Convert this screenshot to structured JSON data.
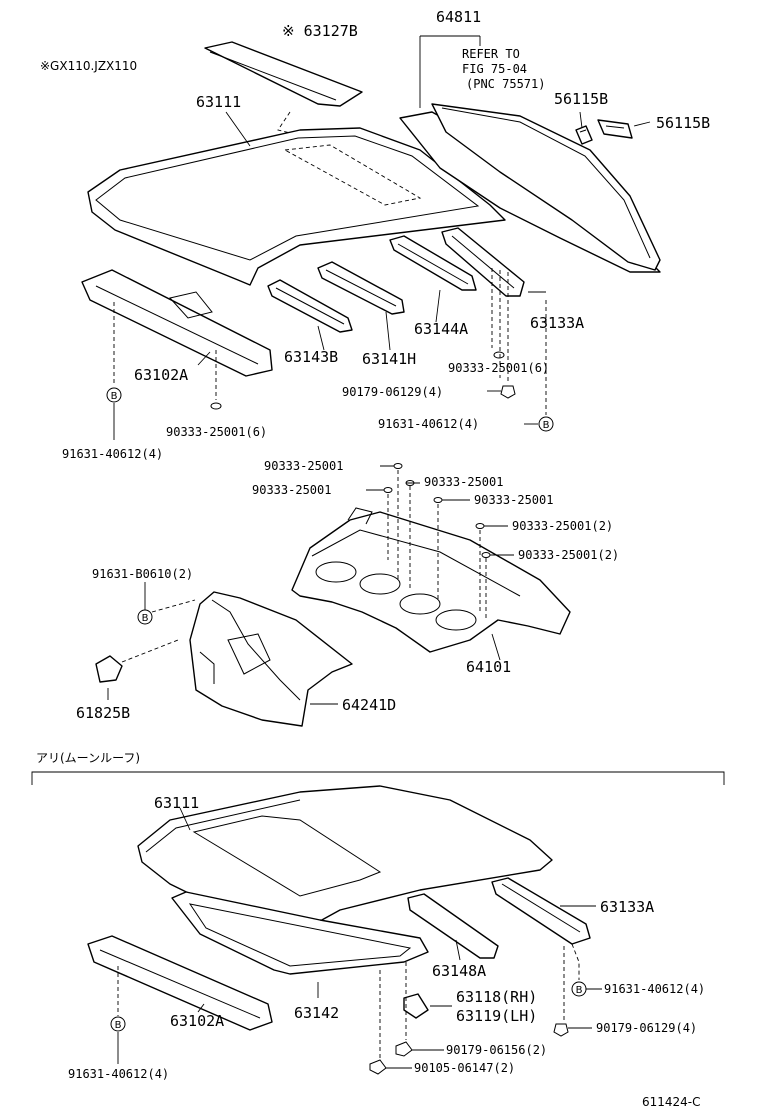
{
  "labels": {
    "p_63127B": "※ 63127B",
    "note_gx": "※GX110.JZX110",
    "p_64811": "64811",
    "refer_1": "REFER TO",
    "refer_2": "FIG 75-04",
    "refer_3": "(PNC 75571)",
    "p_56115B_a": "56115B",
    "p_56115B_b": "56115B",
    "p_63111_top": "63111",
    "p_63144A": "63144A",
    "p_63133A_top": "63133A",
    "p_63143B": "63143B",
    "p_63141H": "63141H",
    "p_63102A_top": "63102A",
    "p_90333_6_right": "90333-25001(6)",
    "p_90179_4_top": "90179-06129(4)",
    "p_91631_4_right": "91631-40612(4)",
    "p_90333_6_left": "90333-25001(6)",
    "p_91631_4_left": "91631-40612(4)",
    "p_90333_a": "90333-25001",
    "p_90333_b": "90333-25001",
    "p_90333_c": "90333-25001",
    "p_90333_d": "90333-25001",
    "p_90333_e": "90333-25001(2)",
    "p_90333_f": "90333-25001(2)",
    "p_91631_B0610": "91631-B0610(2)",
    "p_64101": "64101",
    "p_61825B": "61825B",
    "p_64241D": "64241D",
    "section_moonroof": "アリ(ムーンルーフ)",
    "p_63111_bottom": "63111",
    "p_63133A_bottom": "63133A",
    "p_63148A": "63148A",
    "p_63118": "63118(RH)",
    "p_63119": "63119(LH)",
    "p_63142": "63142",
    "p_91631_4_bottom_right": "91631-40612(4)",
    "p_90179_4_bottom": "90179-06129(4)",
    "p_63102A_bottom": "63102A",
    "p_90179_06156": "90179-06156(2)",
    "p_91631_4_bottom_left": "91631-40612(4)",
    "p_90105_06147": "90105-06147(2)",
    "figure_id": "611424-C",
    "circle_b": "B"
  }
}
